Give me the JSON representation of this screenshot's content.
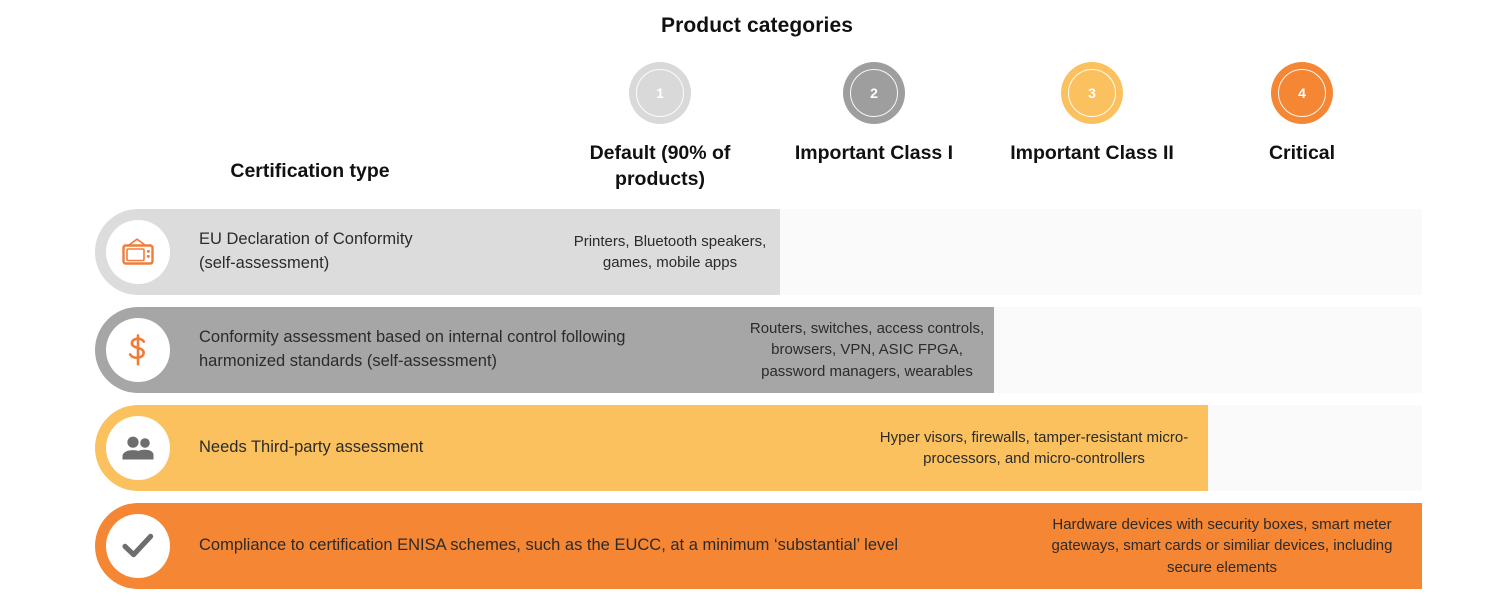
{
  "header": {
    "product_categories_title": "Product categories",
    "certification_type_title": "Certification type"
  },
  "colors": {
    "cat1": "#d9d9d9",
    "cat2": "#9e9e9e",
    "cat3": "#fbc15e",
    "cat4": "#f58634",
    "track": "#fafafa",
    "row1_bar": "#dcdcdc",
    "row2_bar": "#a6a6a6",
    "row3_bar": "#fbc15e",
    "row4_bar": "#f58634",
    "icon_orange": "#f07c3a",
    "icon_gray": "#6e6e6e"
  },
  "categories": [
    {
      "number": "1",
      "label": "Default (90% of\nproducts)",
      "color": "#d9d9d9"
    },
    {
      "number": "2",
      "label": "Important Class I",
      "color": "#9e9e9e"
    },
    {
      "number": "3",
      "label": "Important Class II",
      "color": "#fbc15e"
    },
    {
      "number": "4",
      "label": "Critical",
      "color": "#f58634"
    }
  ],
  "rows": [
    {
      "icon": "tv-icon",
      "label": "EU Declaration of Conformity\n(self-assessment)",
      "products": "Printers, Bluetooth speakers, games, mobile apps",
      "bar_color": "#dcdcdc"
    },
    {
      "icon": "dollar-icon",
      "label": "Conformity assessment based on internal control following\nharmonized standards (self-assessment)",
      "products": "Routers, switches, access controls, browsers, VPN, ASIC FPGA, password managers, wearables",
      "bar_color": "#a6a6a6"
    },
    {
      "icon": "people-icon",
      "label": "Needs Third-party assessment",
      "products": "Hyper visors, firewalls, tamper-resistant micro-processors, and micro-controllers",
      "bar_color": "#fbc15e"
    },
    {
      "icon": "check-icon",
      "label": "Compliance to certification ENISA schemes, such as the EUCC, at a minimum ‘substantial’ level",
      "products": "Hardware devices with security boxes, smart meter gateways, smart cards or similiar devices, including secure elements",
      "bar_color": "#f58634"
    }
  ]
}
